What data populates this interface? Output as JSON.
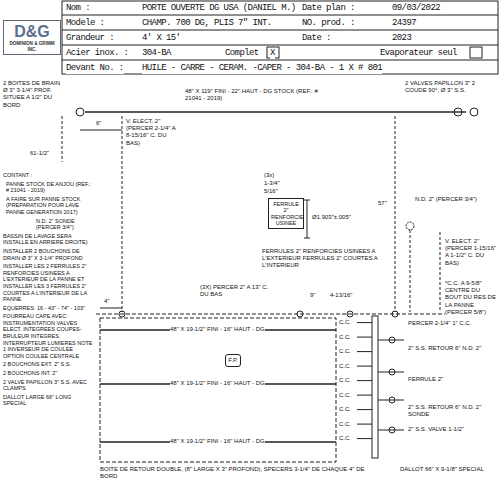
{
  "diagram": {
    "nodes": [
      {
        "text": [
          "D&G",
          "DOMINION & GRIMM INC."
        ]
      },
      {
        "text": [
          "FERRULE 2\" RENFORCIE USINEE"
        ]
      },
      {
        "text": [
          "F.P."
        ]
      }
    ],
    "labels": [
      "Nom :",
      "PORTE OUVERTE DG USA (DANIEL M.)",
      "Date plan :",
      "09/03/2022",
      "Modele :",
      "CHAMP. 700 DG, PLIS 7\" INT.",
      "NO. prod. :",
      "24397",
      "Grandeur :",
      "4' X 15'",
      "Date :",
      "2023",
      "Acier inox. :",
      "304-BA",
      "Complet",
      "X",
      "Evaporateur seul",
      "Devant No. :",
      "HUILE - CARRE - CERAM. -CAPER - 304-BA - 1 X # 801",
      "2 BOITES DE BRAIN Ø 3\" 3-1/4\" PROF. SITUEE A 1/2\" DU BORD",
      "6\"",
      "V. ELECT. 2\" (PERCER 2-1/4\" A 8-15/16\" C. DU BAS)",
      "48\" X 119\" FINI - 22\" HAUT - DG STOCK (REF.: # 21041 - 2019)",
      "61-1/2\"",
      "2 VALVES PAPILLON 3\" 2 COUDE 90°, Ø 3\" S.S.",
      "57\"",
      "N.D. 2\" (PERCER 3/4\")",
      "(3x)",
      "1-3/4\"",
      "5/16\"",
      "Ø1.903\"±.005\"",
      "FERRULES 2\" RENFORCIES USINEES A L'EXTERIEUR FERRULES 2\" COURTES A L'INTERIEUR",
      "V. ELECT. 2\" (PERCER 1-15/16\" A 1-1/2\" C. DU BAS)",
      "*C.C. A 9-5/8\" CENTRE DU BOUT DU RES DE LA PANNE (PERCER 5/8\")",
      "(3X) PERCER 2\" A 13\" C. DU BAS",
      "9\"",
      "4-13/16\"",
      "4\"",
      "CONTANT :",
      "PANNE STOCK DE ANJOU (REF.: # 21041 - 2019)",
      "A FAIRE SUR PANNE STOCK (PREPARATION POUR LAVE PANNE GENERATION 2017)",
      "N.D. 2\" SONDE (PERCER 3/4\")",
      "BASSIN DE LAVAGE SERA INSTALLE EN ARRIERE DROITE)",
      "INSTALLER 2 BOUCHONS DE DRAIN Ø 3\" X 3-1/4\" PROFOND",
      "INSTALLER LES 2 FERRULES 2\" RENFORCIES USINEES A L'EXTERIEUR DE LA PANNE ET INSTALLER LES 3 FERRULES 2\" COURTES A L'INTERIEUR DE LA PANNE",
      "EQUERRES: 16 - 43\" - 74\" - 103\"",
      "FOURREAU CAPE AVEC: INSTRUMENTATION VALVES ELECT. INTEGREES COUPES-BRULEUR INTEGRES. INTERRUPTEUR LUMIERES NOTE 1 INVERSEUR DE COULEE OPTION COULEE CENTRALE",
      "2 BOUCHONS EXT. 2\" S.S.",
      "2 BOUCHONS INT. 2\"",
      "2 VALVE PAPILLON 3\" S.S. AVEC CLAMPS",
      "DALLOT LARGE 66\" LONG SPECIAL",
      "48\" X 19-1/2\" FINI - 16\" HAUT - DG",
      "48\" X 19-1/2\" FINI - 16\" HAUT - DG",
      "48\" X 19-1/2\" FINI - 16\" HAUT - DG",
      "C.C.",
      "C.C.",
      "C.C.",
      "C.C.",
      "C.C.",
      "C.C.",
      "C.C.",
      "C.C.",
      "C.C.",
      "PERCER 2-1/4\" 1\" C.C.",
      "2\" S.S. RETOUR 6\" N.D. 2\"",
      "FERRULE 2\"",
      "2\" S.S. RETOUR 6\" N.D. 2\" SONDE",
      "2\" S.S. VALVE 1-1/2\"",
      "BOITE DE RETOUR DOUBLE, (8\" LARGE X 3\" PROFOND), SPECERS 3-1/4\" DE CHAQUE 4\" DE BORD",
      "DALLOT 66\" X 9-1/8\" SPECIAL"
    ]
  }
}
